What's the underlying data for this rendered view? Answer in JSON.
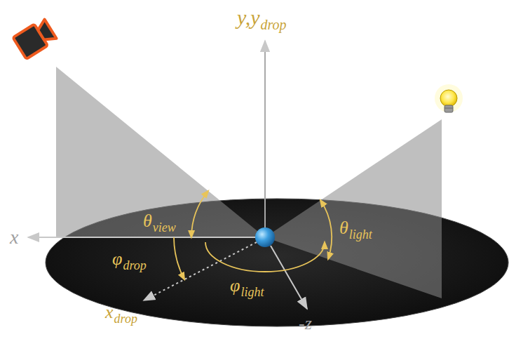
{
  "diagram": {
    "labels": [
      "y,y",
      "drop",
      "x",
      "θ",
      "view",
      "φ",
      "drop",
      "φ",
      "light",
      "θ",
      "light",
      "x",
      "drop",
      "-z"
    ]
  }
}
